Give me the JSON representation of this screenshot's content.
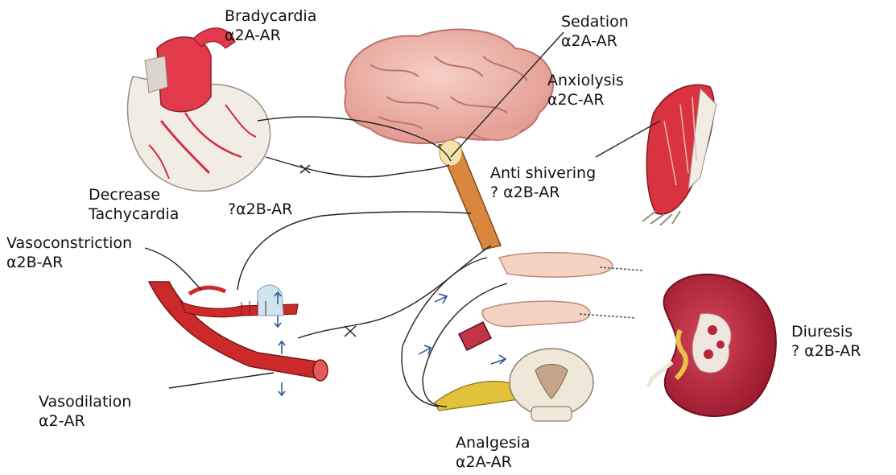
{
  "labels": {
    "bradycardia": {
      "effect": "Bradycardia",
      "receptor": "α2A-AR"
    },
    "sedation": {
      "effect": "Sedation",
      "receptor": "α2A-AR"
    },
    "anxiolysis": {
      "effect": "Anxiolysis",
      "receptor": "α2C-AR"
    },
    "anti_shivering": {
      "effect": "Anti shivering",
      "receptor": "? α2B-AR"
    },
    "decrease_tachycardia": {
      "line1": "Decrease",
      "line2": "Tachycardia",
      "receptor": "?α2B-AR"
    },
    "vasoconstriction": {
      "effect": "Vasoconstriction",
      "receptor": "α2B-AR"
    },
    "vasodilation": {
      "effect": "Vasodilation",
      "receptor": "α2-AR"
    },
    "analgesia": {
      "effect": "Analgesia",
      "receptor": "α2A-AR"
    },
    "diuresis": {
      "effect": "Diuresis",
      "receptor": "? α2B-AR"
    }
  },
  "colors": {
    "heart": "#e23a4a",
    "brain": "#efb3a8",
    "spinal_cord": "#d9873e",
    "muscle": "#d8333f",
    "vessel": "#cc2a2a",
    "kidney": "#b8243a",
    "nerve": "#e2c23a",
    "finger": "#f6d2c2",
    "line": "#222222",
    "arrow": "#2a4f8f"
  }
}
